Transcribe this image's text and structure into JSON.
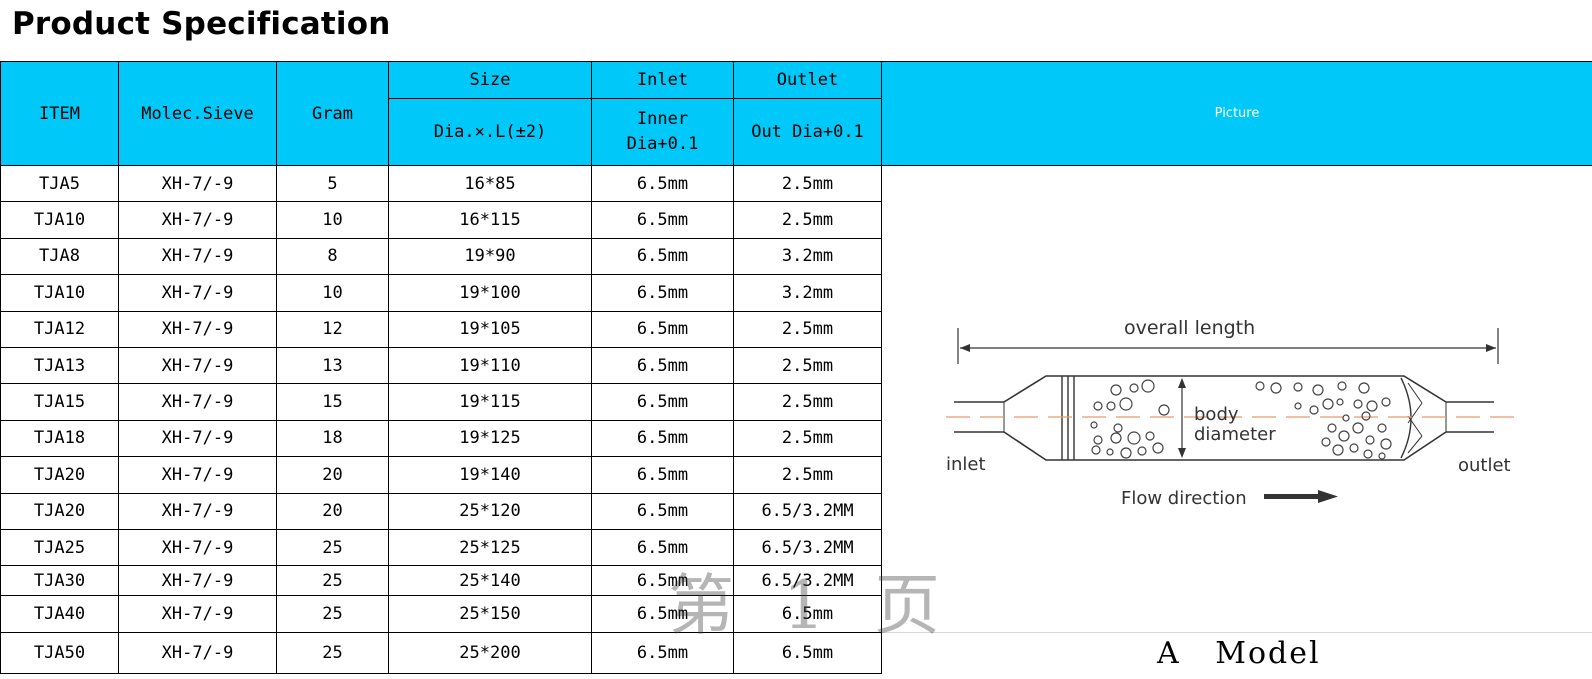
{
  "title": "Product Specification",
  "header": {
    "item": "ITEM",
    "sieve": "Molec.Sieve",
    "gram": "Gram",
    "size": "Size",
    "size_sub": "Dia.×.L(±2)",
    "inlet": "Inlet",
    "inlet_sub": "Inner Dia+0.1",
    "outlet": "Outlet",
    "outlet_sub": "Out Dia+0.1",
    "picture": "Picture"
  },
  "rows": [
    {
      "item": "TJA5",
      "sieve": "XH-7/-9",
      "gram": "5",
      "size": "16*85",
      "inlet": "6.5mm",
      "outlet": "2.5mm"
    },
    {
      "item": "TJA10",
      "sieve": "XH-7/-9",
      "gram": "10",
      "size": "16*115",
      "inlet": "6.5mm",
      "outlet": "2.5mm"
    },
    {
      "item": "TJA8",
      "sieve": "XH-7/-9",
      "gram": "8",
      "size": "19*90",
      "inlet": "6.5mm",
      "outlet": "3.2mm"
    },
    {
      "item": "TJA10",
      "sieve": "XH-7/-9",
      "gram": "10",
      "size": "19*100",
      "inlet": "6.5mm",
      "outlet": "3.2mm"
    },
    {
      "item": "TJA12",
      "sieve": "XH-7/-9",
      "gram": "12",
      "size": "19*105",
      "inlet": "6.5mm",
      "outlet": "2.5mm"
    },
    {
      "item": "TJA13",
      "sieve": "XH-7/-9",
      "gram": "13",
      "size": "19*110",
      "inlet": "6.5mm",
      "outlet": "2.5mm"
    },
    {
      "item": "TJA15",
      "sieve": "XH-7/-9",
      "gram": "15",
      "size": "19*115",
      "inlet": "6.5mm",
      "outlet": "2.5mm"
    },
    {
      "item": "TJA18",
      "sieve": "XH-7/-9",
      "gram": "18",
      "size": "19*125",
      "inlet": "6.5mm",
      "outlet": "2.5mm"
    },
    {
      "item": "TJA20",
      "sieve": "XH-7/-9",
      "gram": "20",
      "size": "19*140",
      "inlet": "6.5mm",
      "outlet": "2.5mm"
    },
    {
      "item": "TJA20",
      "sieve": "XH-7/-9",
      "gram": "20",
      "size": "25*120",
      "inlet": "6.5mm",
      "outlet": "6.5/3.2MM"
    },
    {
      "item": "TJA25",
      "sieve": "XH-7/-9",
      "gram": "25",
      "size": "25*125",
      "inlet": "6.5mm",
      "outlet": "6.5/3.2MM"
    },
    {
      "item": "TJA30",
      "sieve": "XH-7/-9",
      "gram": "25",
      "size": "25*140",
      "inlet": "6.5mm",
      "outlet": "6.5/3.2MM"
    },
    {
      "item": "TJA40",
      "sieve": "XH-7/-9",
      "gram": "25",
      "size": "25*150",
      "inlet": "6.5mm",
      "outlet": "6.5mm"
    },
    {
      "item": "TJA50",
      "sieve": "XH-7/-9",
      "gram": "25",
      "size": "25*200",
      "inlet": "6.5mm",
      "outlet": "6.5mm"
    }
  ],
  "diagram": {
    "overall_length": "overall length",
    "body_diameter_1": "body",
    "body_diameter_2": "diameter",
    "inlet": "inlet",
    "outlet": "outlet",
    "flow_direction": "Flow direction"
  },
  "model_label": "A   Model",
  "watermark": "第 1 页"
}
